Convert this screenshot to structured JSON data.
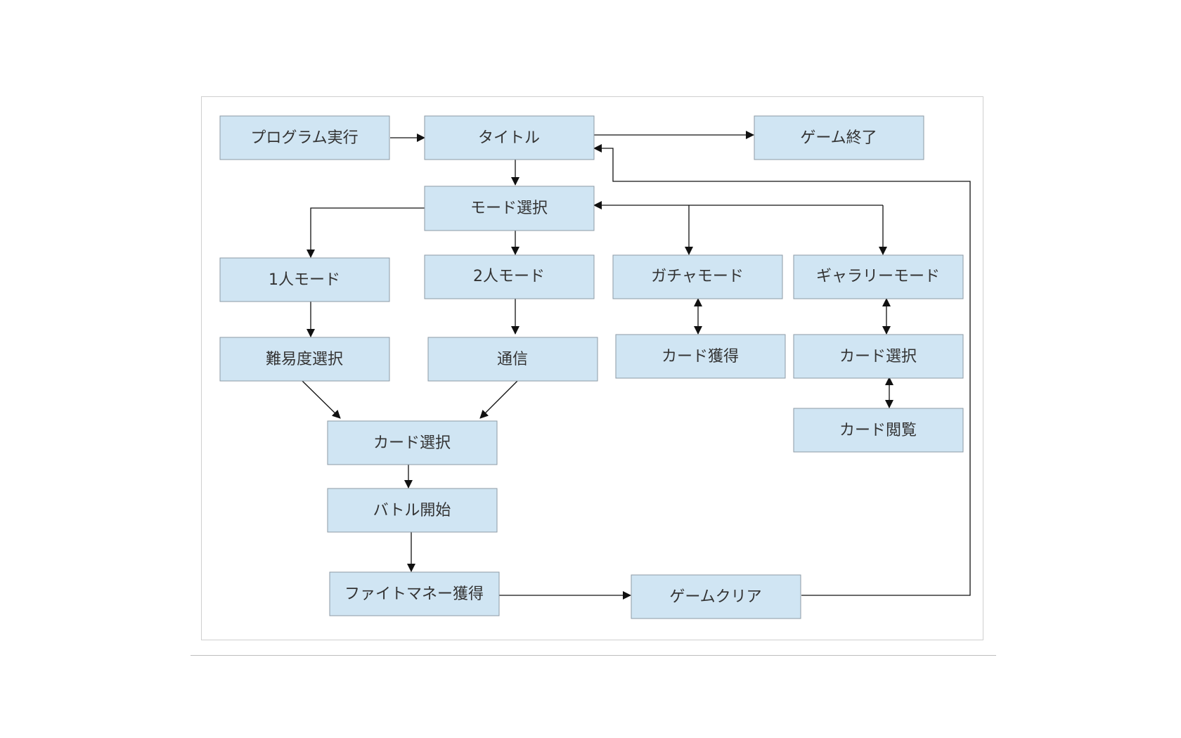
{
  "diagram": {
    "nodes": [
      {
        "id": "program-run",
        "label": "プログラム実行"
      },
      {
        "id": "title",
        "label": "タイトル"
      },
      {
        "id": "game-end",
        "label": "ゲーム終了"
      },
      {
        "id": "mode-select",
        "label": "モード選択"
      },
      {
        "id": "one-player-mode",
        "label": "1人モード"
      },
      {
        "id": "two-player-mode",
        "label": "2人モード"
      },
      {
        "id": "gacha-mode",
        "label": "ガチャモード"
      },
      {
        "id": "gallery-mode",
        "label": "ギャラリーモード"
      },
      {
        "id": "difficulty-select",
        "label": "難易度選択"
      },
      {
        "id": "communication",
        "label": "通信"
      },
      {
        "id": "card-get",
        "label": "カード獲得"
      },
      {
        "id": "gallery-card-select",
        "label": "カード選択"
      },
      {
        "id": "card-view",
        "label": "カード閲覧"
      },
      {
        "id": "battle-card-select",
        "label": "カード選択"
      },
      {
        "id": "battle-start",
        "label": "バトル開始"
      },
      {
        "id": "fight-money-get",
        "label": "ファイトマネー獲得"
      },
      {
        "id": "game-clear",
        "label": "ゲームクリア"
      }
    ],
    "edges": [
      {
        "from": "program-run",
        "to": "title",
        "direction": "forward"
      },
      {
        "from": "title",
        "to": "game-end",
        "direction": "forward"
      },
      {
        "from": "title",
        "to": "mode-select",
        "direction": "forward"
      },
      {
        "from": "mode-select",
        "to": "one-player-mode",
        "direction": "forward"
      },
      {
        "from": "mode-select",
        "to": "two-player-mode",
        "direction": "forward"
      },
      {
        "from": "mode-select",
        "to": "gacha-mode",
        "direction": "both"
      },
      {
        "from": "mode-select",
        "to": "gallery-mode",
        "direction": "both"
      },
      {
        "from": "one-player-mode",
        "to": "difficulty-select",
        "direction": "forward"
      },
      {
        "from": "two-player-mode",
        "to": "communication",
        "direction": "forward"
      },
      {
        "from": "gacha-mode",
        "to": "card-get",
        "direction": "both"
      },
      {
        "from": "gallery-mode",
        "to": "gallery-card-select",
        "direction": "both"
      },
      {
        "from": "gallery-card-select",
        "to": "card-view",
        "direction": "both"
      },
      {
        "from": "difficulty-select",
        "to": "battle-card-select",
        "direction": "forward"
      },
      {
        "from": "communication",
        "to": "battle-card-select",
        "direction": "forward"
      },
      {
        "from": "battle-card-select",
        "to": "battle-start",
        "direction": "forward"
      },
      {
        "from": "battle-start",
        "to": "fight-money-get",
        "direction": "forward"
      },
      {
        "from": "fight-money-get",
        "to": "game-clear",
        "direction": "forward"
      },
      {
        "from": "game-clear",
        "to": "title",
        "direction": "forward"
      }
    ]
  },
  "colors": {
    "node_fill": "#d0e5f3",
    "node_border": "#8d9aa4",
    "edge": "#111111",
    "text": "#333333"
  }
}
